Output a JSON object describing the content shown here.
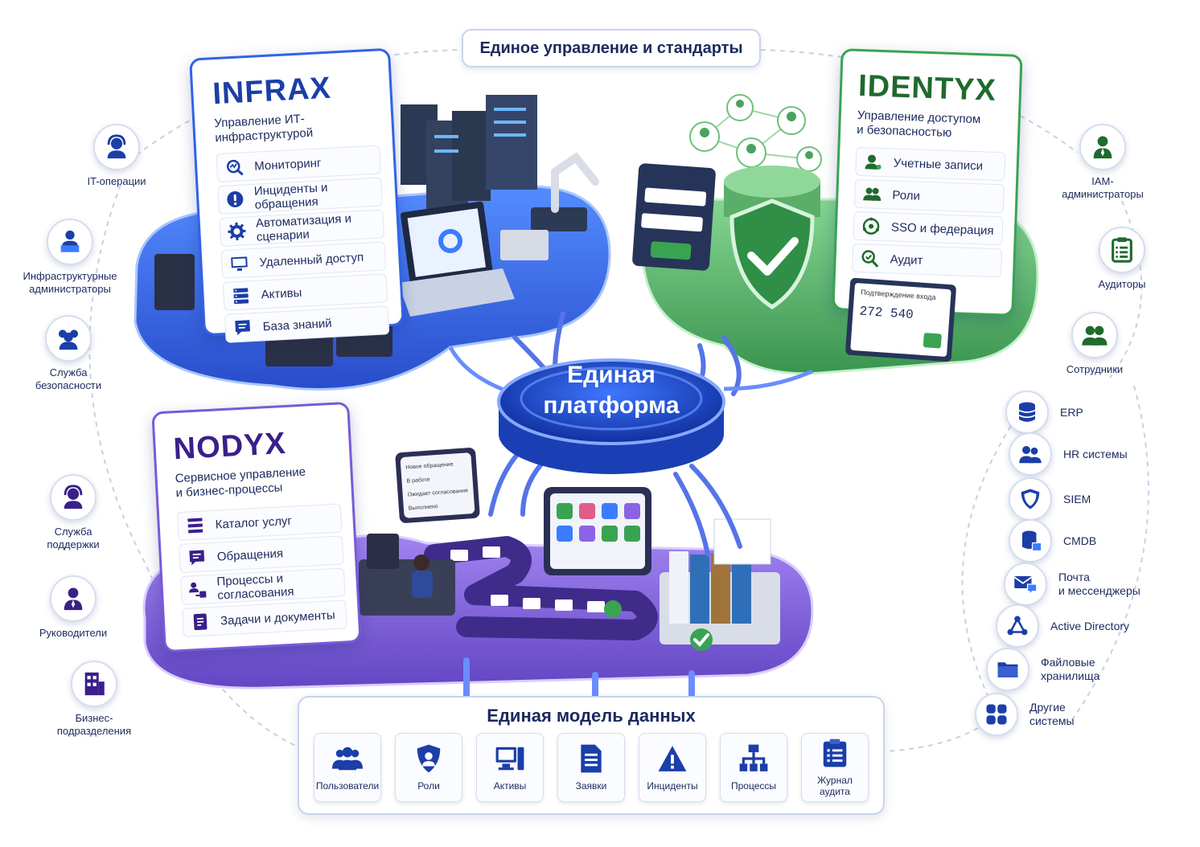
{
  "header": {
    "title": "Единое управление и стандарты"
  },
  "colors": {
    "infrax": "#2f64e6",
    "identyx": "#3aa352",
    "nodyx": "#7a5ad8",
    "text": "#1b2a5e",
    "platform": "#1f4fd0"
  },
  "platform": {
    "line1": "Единая",
    "line2": "платформа"
  },
  "modules": {
    "infrax": {
      "title": "INFRAX",
      "subtitle": "Управление ИТ-инфраструктурой",
      "items": [
        {
          "label": "Мониторинг",
          "icon": "monitoring-gauge-icon"
        },
        {
          "label": "Инциденты и обращения",
          "icon": "alert-icon"
        },
        {
          "label": "Автоматизация и сценарии",
          "icon": "gear-icon"
        },
        {
          "label": "Удаленный доступ",
          "icon": "monitor-icon"
        },
        {
          "label": "Активы",
          "icon": "server-rack-icon"
        },
        {
          "label": "База знаний",
          "icon": "knowledge-base-icon"
        }
      ]
    },
    "identyx": {
      "title": "IDENTYX",
      "subtitle_line1": "Управление доступом",
      "subtitle_line2": "и безопасностью",
      "items": [
        {
          "label": "Учетные записи",
          "icon": "user-account-icon"
        },
        {
          "label": "Роли",
          "icon": "users-icon"
        },
        {
          "label": "SSO и федерация",
          "icon": "federation-icon"
        },
        {
          "label": "Аудит",
          "icon": "audit-icon"
        }
      ],
      "login_code_label": "Подтверждение входа",
      "login_code": "272 540"
    },
    "nodyx": {
      "title": "NODYX",
      "subtitle_line1": "Сервисное управление",
      "subtitle_line2": "и бизнес-процессы",
      "items": [
        {
          "label": "Каталог услуг",
          "icon": "catalog-icon"
        },
        {
          "label": "Обращения",
          "icon": "chat-icon"
        },
        {
          "label": "Процессы и согласования",
          "icon": "process-icon"
        },
        {
          "label": "Задачи и документы",
          "icon": "document-icon"
        }
      ],
      "kanban": [
        "Новое обращение",
        "В работе",
        "Ожидает согласования",
        "Выполнено"
      ]
    }
  },
  "personas_left": [
    {
      "label_line1": "IT-операции",
      "label_line2": "",
      "icon": "headset-operator-icon"
    },
    {
      "label_line1": "Инфраструктурные",
      "label_line2": "администраторы",
      "icon": "admin-laptop-icon"
    },
    {
      "label_line1": "Служба",
      "label_line2": "безопасности",
      "icon": "security-team-icon"
    },
    {
      "label_line1": "Служба",
      "label_line2": "поддержки",
      "icon": "support-headset-icon"
    },
    {
      "label_line1": "Руководители",
      "label_line2": "",
      "icon": "manager-icon"
    },
    {
      "label_line1": "Бизнес-",
      "label_line2": "подразделения",
      "icon": "building-icon"
    }
  ],
  "personas_right": [
    {
      "label_line1": "IAM-",
      "label_line2": "администраторы",
      "icon": "iam-admin-icon"
    },
    {
      "label_line1": "Аудиторы",
      "label_line2": "",
      "icon": "clipboard-icon"
    },
    {
      "label_line1": "Сотрудники",
      "label_line2": "",
      "icon": "employees-icon"
    }
  ],
  "systems": [
    {
      "label_line1": "ERP",
      "label_line2": "",
      "icon": "database-icon"
    },
    {
      "label_line1": "HR системы",
      "label_line2": "",
      "icon": "hr-users-icon"
    },
    {
      "label_line1": "SIEM",
      "label_line2": "",
      "icon": "shield-icon"
    },
    {
      "label_line1": "CMDB",
      "label_line2": "",
      "icon": "cmdb-database-icon"
    },
    {
      "label_line1": "Почта",
      "label_line2": "и мессенджеры",
      "icon": "mail-chat-icon"
    },
    {
      "label_line1": "Active Directory",
      "label_line2": "",
      "icon": "directory-tree-icon"
    },
    {
      "label_line1": "Файловые",
      "label_line2": "хранилища",
      "icon": "folder-icon"
    },
    {
      "label_line1": "Другие",
      "label_line2": "системы",
      "icon": "apps-grid-icon"
    }
  ],
  "data_model": {
    "title": "Единая модель данных",
    "entities": [
      {
        "label": "Пользователи",
        "icon": "users-group-icon"
      },
      {
        "label": "Роли",
        "icon": "role-shield-icon"
      },
      {
        "label": "Активы",
        "icon": "assets-computer-icon"
      },
      {
        "label": "Заявки",
        "icon": "request-document-icon"
      },
      {
        "label": "Инциденты",
        "icon": "warning-icon"
      },
      {
        "label": "Процессы",
        "icon": "hierarchy-icon"
      },
      {
        "label": "Журнал аудита",
        "icon": "audit-log-icon"
      }
    ]
  }
}
